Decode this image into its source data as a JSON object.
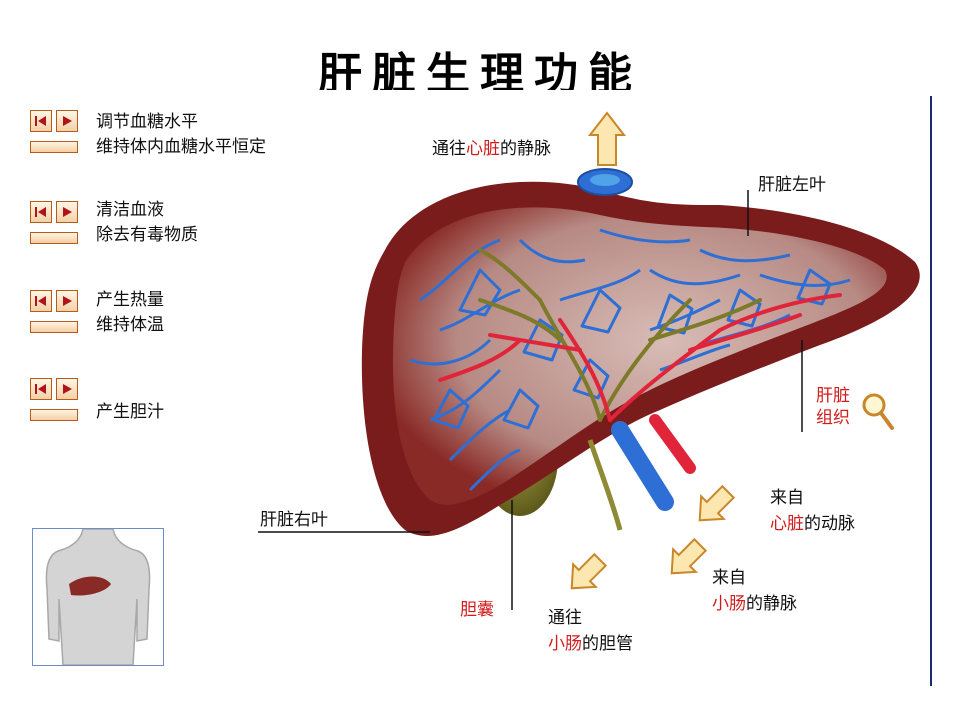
{
  "title": "肝脏生理功能",
  "functions": [
    {
      "line1": "调节血糖水平",
      "line2": "维持体内血糖水平恒定"
    },
    {
      "line1": "清洁血液",
      "line2": "除去有毒物质"
    },
    {
      "line1": "产生热量",
      "line2": "维持体温"
    },
    {
      "line1": "",
      "line2": "产生胆汁"
    }
  ],
  "labels": {
    "top_vein_pre": "通往",
    "top_vein_red": "心脏",
    "top_vein_post": "的静脉",
    "left_lobe": "肝脏左叶",
    "right_lobe": "肝脏右叶",
    "tissue_line1": "肝脏",
    "tissue_line2": "组织",
    "artery_line1": "来自",
    "artery_red": "心脏",
    "artery_post": "的动脉",
    "portal_line1": "来自",
    "portal_red": "小肠",
    "portal_post": "的静脉",
    "gallbladder": "胆囊",
    "bile_line1": "通往",
    "bile_red": "小肠",
    "bile_post": "的胆管"
  },
  "colors": {
    "liver_outer": "#7a1c1c",
    "liver_inner": "#c7a6a2",
    "vein_blue": "#2e6fd6",
    "artery_red": "#e0253b",
    "bile_olive": "#7d7a2a",
    "label_red": "#d21c1c",
    "arrow_fill": "#fde7b0",
    "arrow_stroke": "#c8872a"
  }
}
